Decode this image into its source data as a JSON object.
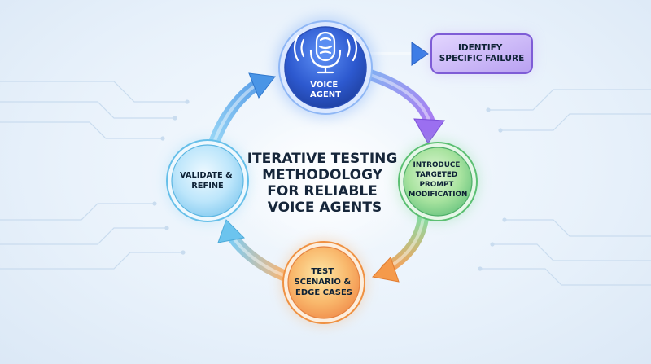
{
  "title": {
    "lines": [
      "ITERATIVE TESTING",
      "METHODOLOGY",
      "FOR RELIABLE",
      "VOICE AGENTS"
    ]
  },
  "nodes": {
    "voice_agent": {
      "lines": [
        "VOICE",
        "AGENT"
      ],
      "icon": "microphone-brain-icon",
      "color": "#2f5fd6"
    },
    "identify_failure": {
      "lines": [
        "IDENTIFY",
        "SPECIFIC FAILURE"
      ],
      "color": "#c7b4f4"
    },
    "introduce_modification": {
      "lines": [
        "INTRODUCE",
        "TARGETED",
        "PROMPT",
        "MODIFICATION"
      ],
      "color": "#6fcf88"
    },
    "test_scenario": {
      "lines": [
        "TEST",
        "SCENARIO &",
        "EDGE CASES"
      ],
      "color": "#f7a25a"
    },
    "validate_refine": {
      "lines": [
        "VALIDATE &",
        "REFINE"
      ],
      "color": "#8fd3f5"
    }
  },
  "colors": {
    "accent_blue": "#3f8fe8",
    "accent_purple": "#9b6ff0",
    "accent_green": "#5cc879",
    "accent_orange": "#f59a4b",
    "accent_cyan": "#6cc4ee"
  }
}
